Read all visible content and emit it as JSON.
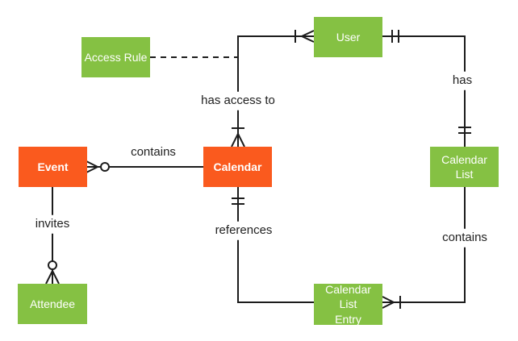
{
  "colors": {
    "entity_orange": "#FA5A1E",
    "entity_green": "#85C143",
    "line": "#1C1C1C",
    "label_text": "#212121",
    "canvas_bg": "#FFFFFF"
  },
  "entities": [
    {
      "id": "access-rule",
      "label": "Access Rule",
      "variant": "green"
    },
    {
      "id": "user",
      "label": "User",
      "variant": "green"
    },
    {
      "id": "event",
      "label": "Event",
      "variant": "orange"
    },
    {
      "id": "calendar",
      "label": "Calendar",
      "variant": "orange"
    },
    {
      "id": "calendar-list",
      "label": "Calendar List",
      "variant": "green"
    },
    {
      "id": "attendee",
      "label": "Attendee",
      "variant": "green"
    },
    {
      "id": "calendar-list-entry",
      "label": "Calendar List\nEntry",
      "variant": "green"
    }
  ],
  "relationships": [
    {
      "label": "contains",
      "from": "calendar",
      "to": "event",
      "from_marker": "none",
      "to_marker": "zero-or-many",
      "style": "solid"
    },
    {
      "label": "has access to",
      "from": "user",
      "to": "calendar",
      "from_marker": "one-or-many",
      "to_marker": "one-or-many",
      "style": "solid"
    },
    {
      "label": "has",
      "from": "user",
      "to": "calendar-list",
      "from_marker": "one-and-only-one",
      "to_marker": "one-and-only-one",
      "style": "solid"
    },
    {
      "label": "invites",
      "from": "event",
      "to": "attendee",
      "from_marker": "none",
      "to_marker": "zero-or-many",
      "style": "solid"
    },
    {
      "label": "references",
      "from": "calendar",
      "to": "calendar-list-entry",
      "from_marker": "one-and-only-one",
      "to_marker": "none",
      "style": "solid"
    },
    {
      "label": "contains",
      "from": "calendar-list",
      "to": "calendar-list-entry",
      "from_marker": "none",
      "to_marker": "one-or-many",
      "style": "solid"
    },
    {
      "label": "",
      "from": "access-rule",
      "to": "has-access-to-edge",
      "from_marker": "none",
      "to_marker": "none",
      "style": "dashed"
    }
  ]
}
